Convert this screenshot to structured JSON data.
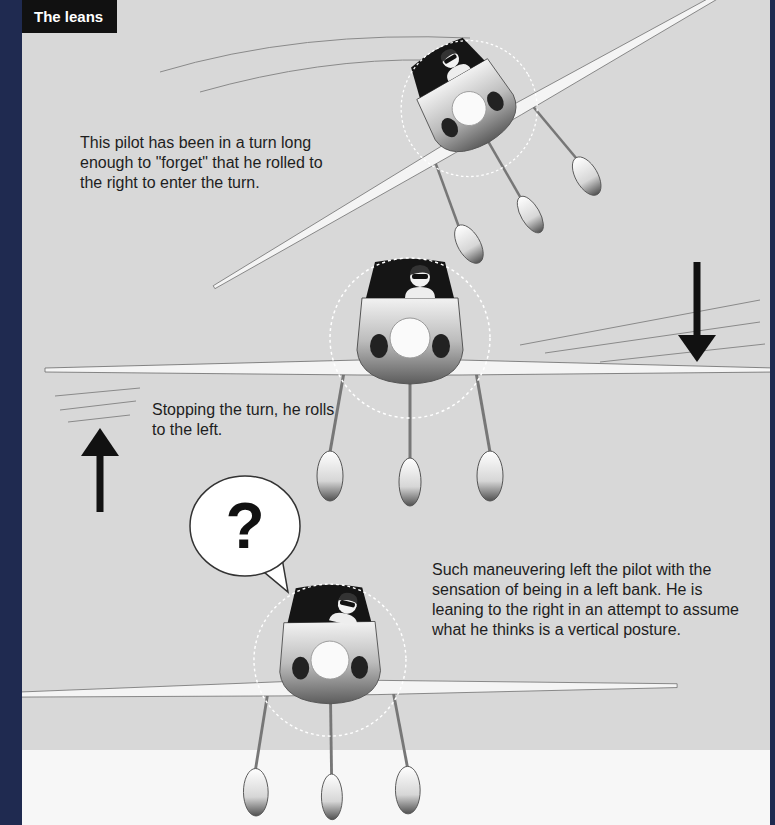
{
  "diagram": {
    "title": "The leans",
    "nodes": [
      {
        "text": [
          "?"
        ]
      }
    ],
    "labels": [
      "This pilot has been in a turn long enough to \"forget\" that he rolled to the right to enter the turn.",
      "Stopping the turn, he rolls to the left.",
      "Such maneuvering left the pilot with the sensation of being in a left bank. He is leaning to the right in an attempt to assume what he thinks is a vertical posture."
    ]
  }
}
